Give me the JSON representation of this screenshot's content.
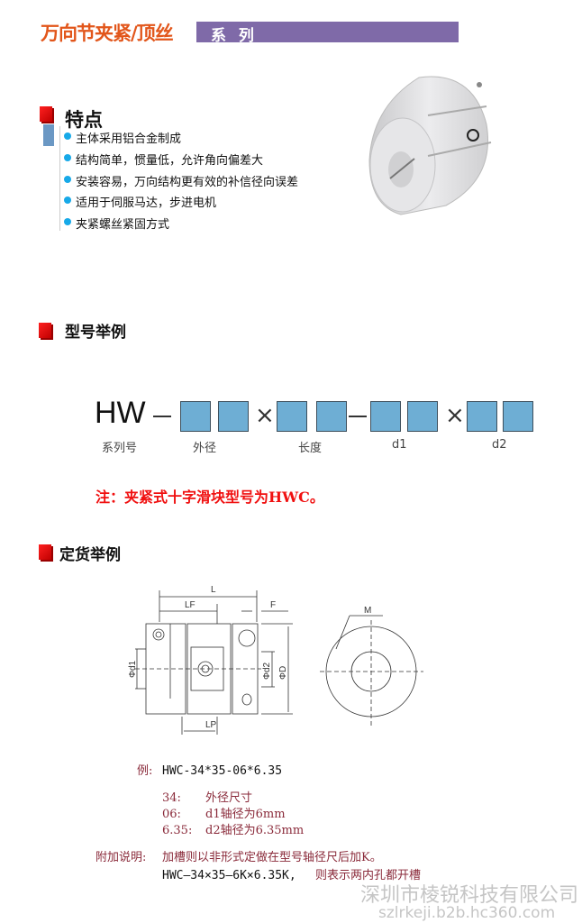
{
  "header": {
    "title": "万向节夹紧/顶丝",
    "series_label": "系 列"
  },
  "features": {
    "heading": "特点",
    "items": [
      "主体采用铝合金制成",
      "结构简单，惯量低，允许角向偏差大",
      "安装容易，万向结构更有效的补信径向误差",
      "适用于伺服马达，步进电机",
      "夹紧螺丝紧固方式"
    ]
  },
  "model": {
    "heading": "型号举例",
    "prefix": "HW",
    "dash": "—",
    "times": "×",
    "labels": [
      "系列号",
      "外径",
      "长度",
      "d1",
      "d2"
    ],
    "note": "注：夹紧式十字滑块型号为HWC。"
  },
  "order": {
    "heading": "定货举例",
    "dims": {
      "L": "L",
      "LF": "LF",
      "F": "F",
      "d1": "Φd1",
      "d2": "Φd2",
      "D": "ΦD",
      "LP": "LP",
      "M": "M"
    },
    "example_label": "例:",
    "example_value": "HWC-34*35-06*6.35",
    "explain": [
      {
        "k": "34:",
        "v": "外径尺寸"
      },
      {
        "k": "06:",
        "v": "d1轴径为6mm"
      },
      {
        "k": "6.35:",
        "v": "d2轴径为6.35mm"
      }
    ],
    "extra_label": "附加说明:",
    "extra_line1": "加槽则以非形式定做在型号轴径尺后加K。",
    "extra_line2_code": "HWC—34×35—6K×6.35K,",
    "extra_line2_text": "则表示两内孔都开槽"
  },
  "watermark": {
    "company": "深圳市棱锐科技有限公司",
    "url": "szlrkeji.b2b.hc360.com"
  }
}
